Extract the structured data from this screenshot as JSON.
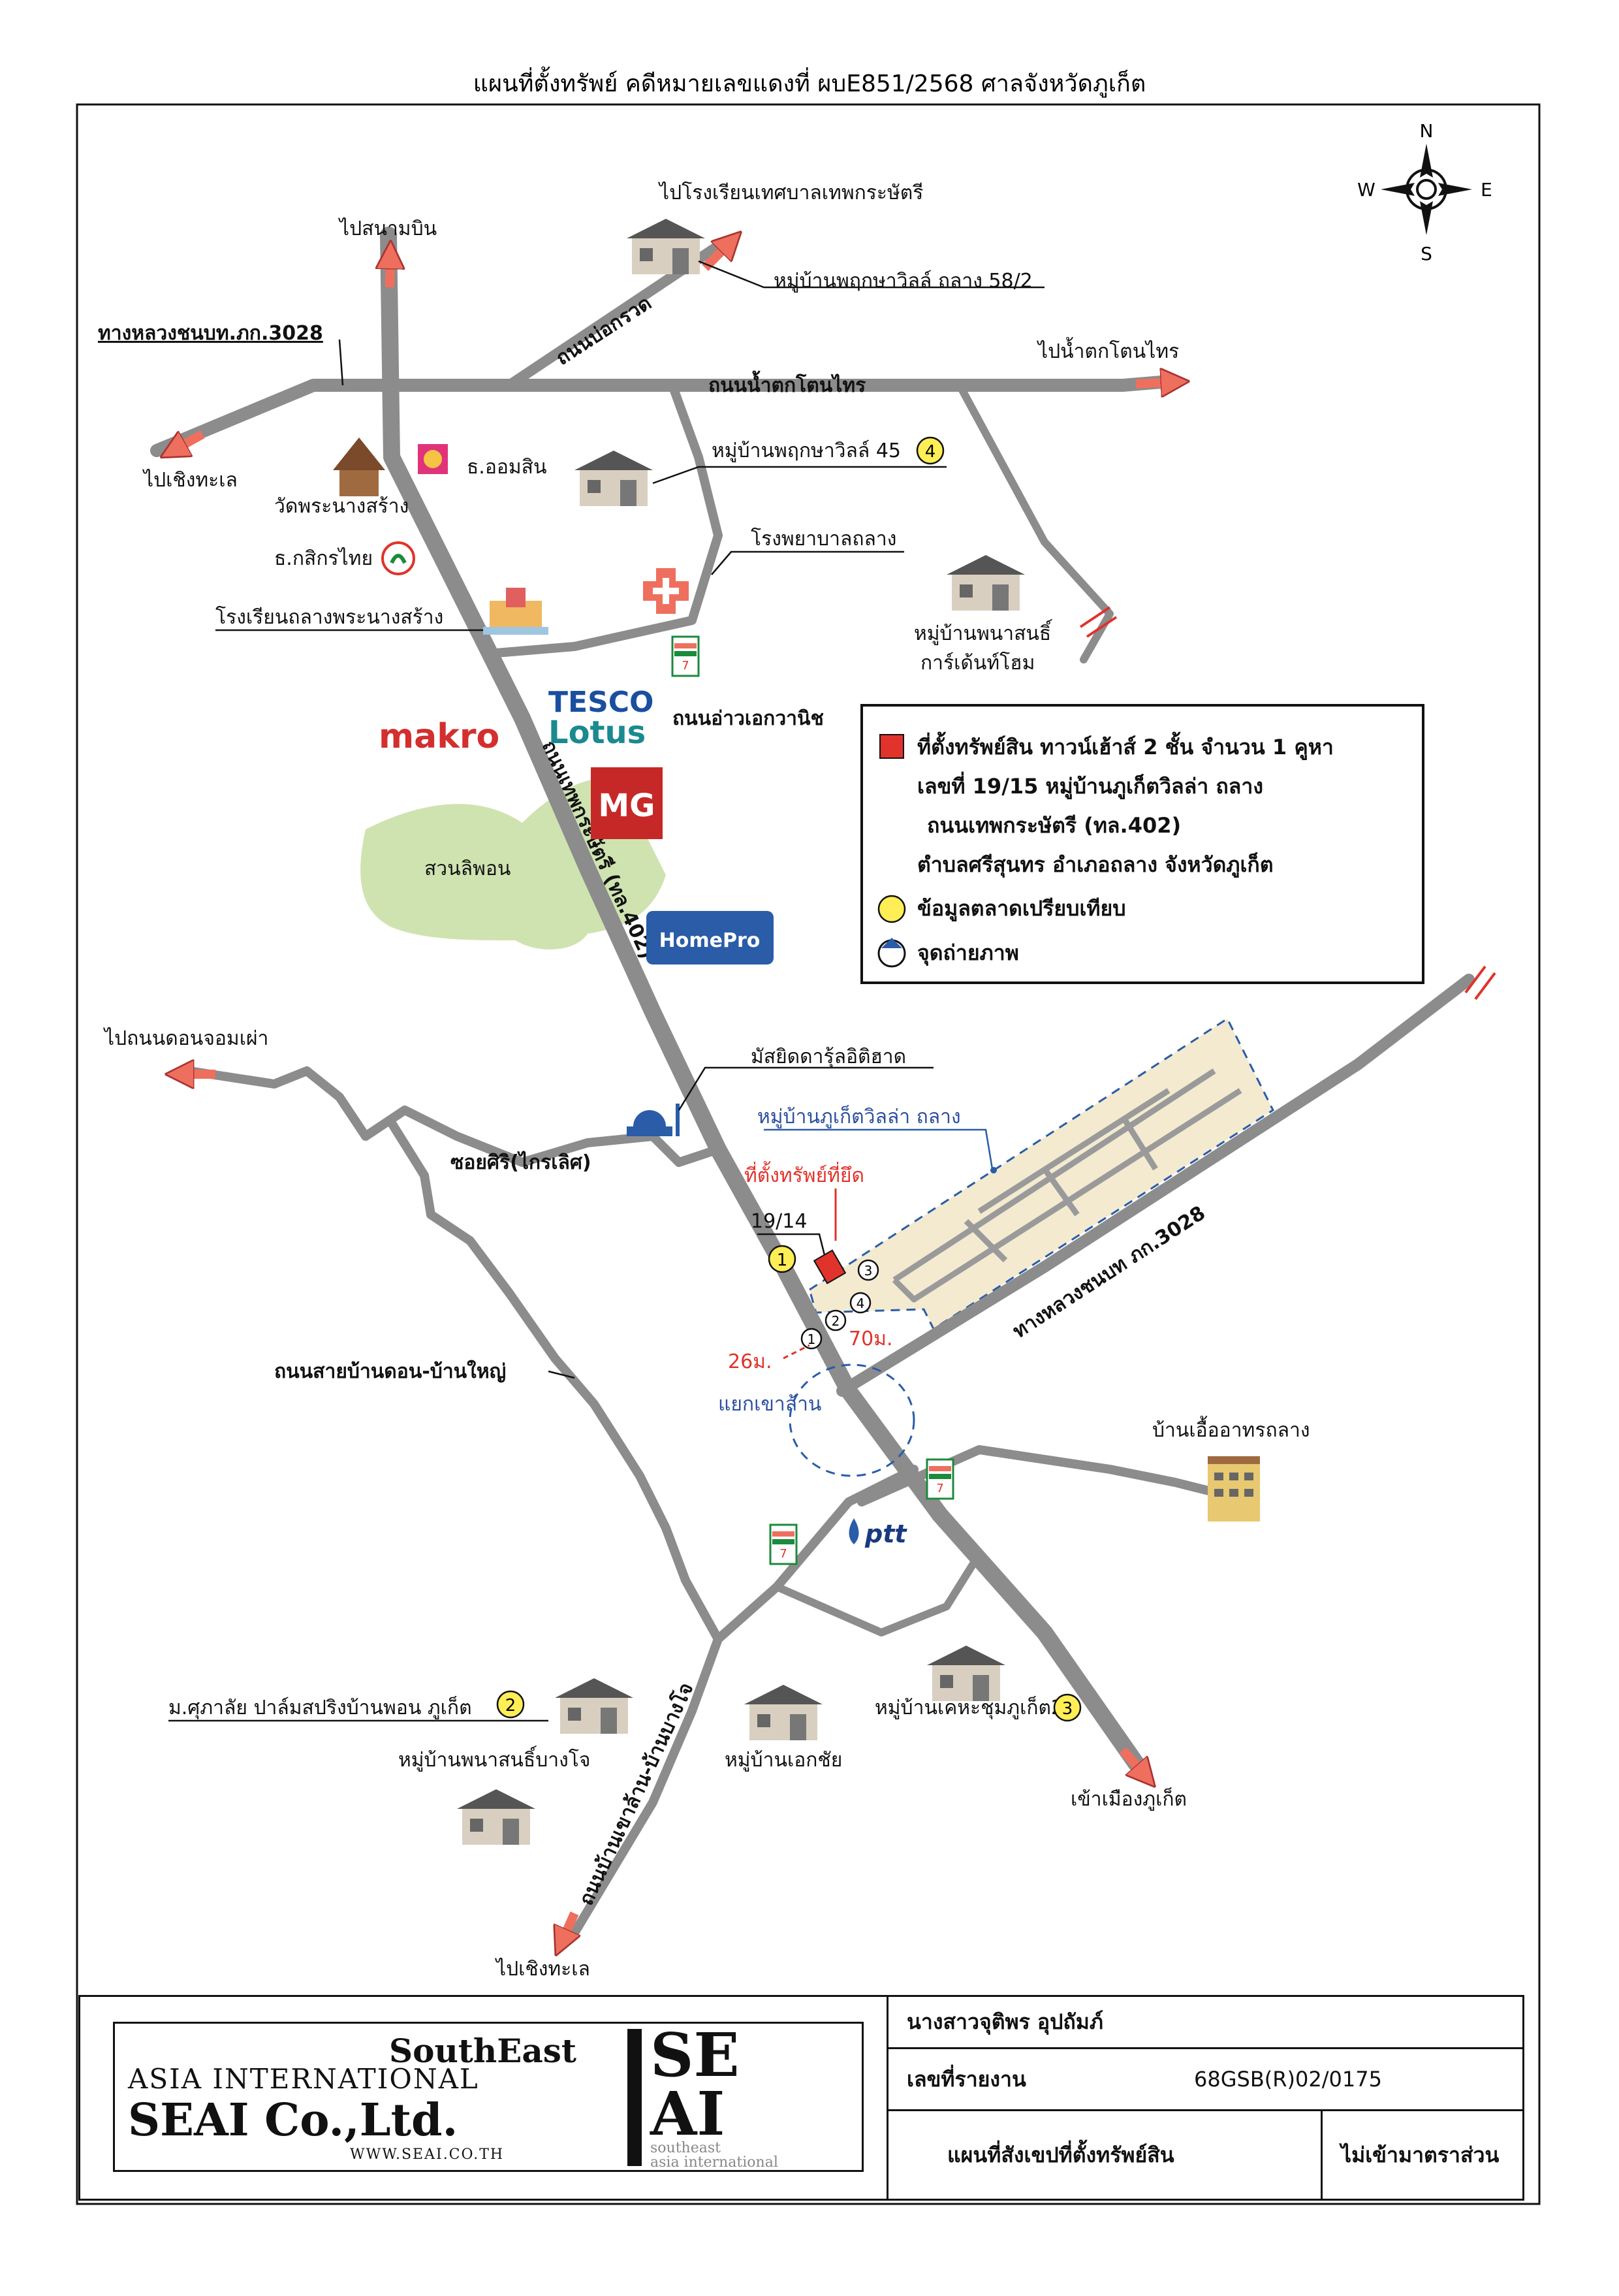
{
  "title": "แผนที่ตั้งทรัพย์ คดีหมายเลขแดงที่ ผบE851/2568 ศาลจังหวัดภูเก็ต",
  "compass": {
    "n": "N",
    "s": "S",
    "e": "E",
    "w": "W"
  },
  "destinations": {
    "airport": "ไปสนามบิน",
    "municipal_school": "ไปโรงเรียนเทศบาลเทพกระษัตรี",
    "waterfall": "ไปน้ำตกโตนไทร",
    "choeng_thale_top": "ไปเชิงทะเล",
    "don_chom_pao": "ไปถนนดอนจอมเผ่า",
    "choeng_thale_bottom": "ไปเชิงทะเล",
    "phuket_town": "เข้าเมืองภูเก็ต"
  },
  "roads": {
    "highway_3028_top": "ทางหลวงชนบท.ภก.3028",
    "bo_kruat": "ถนนบ่อกรวด",
    "tontrai_waterfall": "ถนนน้ำตกโตนไทร",
    "ao_ekkawanit": "ถนนอ่าวเอกวานิช",
    "thepkrasattri": "ถนนเทพกระษัตรี (ทล.402)",
    "soi_siri": "ซอยศิริ(ไกรเลิศ)",
    "ban_don_ban_yai": "ถนนสายบ้านดอน-บ้านใหญ่",
    "highway_3028_right": "ทางหลวงชนบท ภก.3028",
    "khao_lan_bang_jo": "ถนนบ้านเขาล้าน-บ้านบางโจ"
  },
  "places": {
    "pruksa_58_2": "หมู่บ้านพฤกษาวิลล์ ถลาง 58/2",
    "pruksa_45": "หมู่บ้านพฤกษาวิลล์ 45",
    "wat": "วัดพระนางสร้าง",
    "gsb": "ธ.ออมสิน",
    "kbank": "ธ.กสิกรไทย",
    "hospital": "โรงพยาบาลถลาง",
    "school": "โรงเรียนถลางพระนางสร้าง",
    "pana_garden": "หมู่บ้านพนาสนธิ์\nการ์เด้นท์โฮม",
    "tesco_top": "TESCO",
    "tesco_bottom": "Lotus",
    "makro": "makro",
    "mg": "MG",
    "park": "สวนลิพอน",
    "homepro": "HomePro",
    "mosque": "มัสยิดดารุ้ลอิติฮาด",
    "village_main": "หมู่บ้านภูเก็ตวิลล่า ถลาง",
    "seized_label": "ที่ตั้งทรัพย์ที่ยึด",
    "house_no": "19/14",
    "dist_left": "26ม.",
    "dist_right": "70ม.",
    "junction": "แยกเขาล้าน",
    "condo": "บ้านเอื้ออาทรถลาง",
    "ptt": "ptt",
    "sukhapalai": "ม.ศุภาลัย ปาล์มสปริงบ้านพอน ภูเก็ต",
    "pana_bangjo": "หมู่บ้านพนาสนธิ์บางโจ",
    "ekachai": "หมู่บ้านเอกชัย",
    "kheha": "หมู่บ้านเคหะชุมภูเก็ต2"
  },
  "markers": {
    "m1": "1",
    "m2": "2",
    "m3": "3",
    "m4": "4"
  },
  "photo_points": [
    "1",
    "2",
    "3",
    "4"
  ],
  "legend": {
    "line1": "ที่ตั้งทรัพย์สิน ทาวน์เฮ้าส์ 2 ชั้น จำนวน 1 คูหา",
    "line2": "เลขที่ 19/15  หมู่บ้านภูเก็ตวิลล่า ถลาง",
    "line3": "ถนนเทพกระษัตรี (ทล.402)",
    "line4": "ตำบลศรีสุนทร อำเภอถลาง จังหวัดภูเก็ต",
    "market": "ข้อมูลตลาดเปรียบเทียบ",
    "photo": "จุดถ่ายภาพ"
  },
  "footer": {
    "logo": {
      "line1": "SouthEast",
      "line2": "ASIA INTERNATIONAL",
      "line3": "SEAI Co.,Ltd.",
      "line4": "WWW.SEAI.CO.TH",
      "mark_top": "SE",
      "mark_bottom": "AI",
      "mark_sub1": "southeast",
      "mark_sub2": "asia international"
    },
    "owner": "นางสาวจุติพร อุปถัมภ์",
    "report_label": "เลขที่รายงาน",
    "report_no": "68GSB(R)02/0175",
    "map_title": "แผนที่สังเขปที่ตั้งทรัพย์สิน",
    "scale": "ไม่เข้ามาตราส่วน"
  },
  "colors": {
    "road": "#8c8c8c",
    "arrow": "#ef6f5e",
    "village_fill": "#f3ead0",
    "park_fill": "#cfe3b0",
    "marker_yellow": "#ffee55",
    "property_red": "#e0332b",
    "seven_eleven_green": "#1b8a3c",
    "makro_red": "#d32f2f",
    "mg_red": "#c62828",
    "homepro_blue": "#2a5ca8",
    "tesco_blue": "#1a4fa0"
  }
}
